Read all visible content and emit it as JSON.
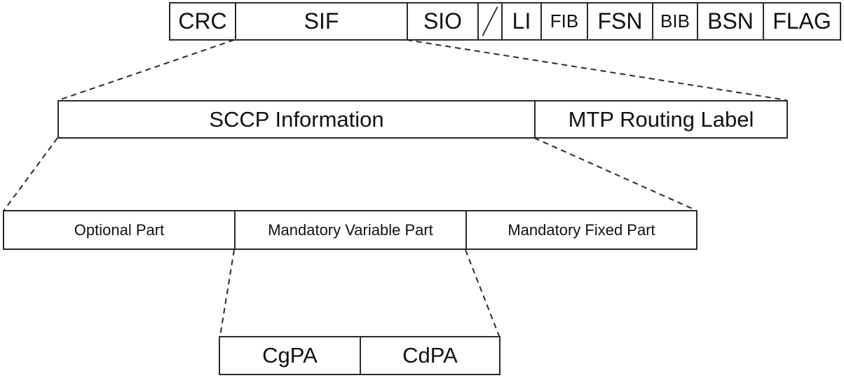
{
  "signal_unit": {
    "crc": "CRC",
    "sif": "SIF",
    "sio": "SIO",
    "li": "LI",
    "fib": "FIB",
    "fsn": "FSN",
    "bib": "BIB",
    "bsn": "BSN",
    "flag": "FLAG"
  },
  "sif_breakdown": {
    "sccp_information": "SCCP Information",
    "mtp_routing_label": "MTP Routing Label"
  },
  "sccp_breakdown": {
    "optional_part": "Optional Part",
    "mandatory_variable_part": "Mandatory Variable Part",
    "mandatory_fixed_part": "Mandatory Fixed Part"
  },
  "mandatory_variable_breakdown": {
    "cgpa": "CgPA",
    "cdpa": "CdPA"
  }
}
